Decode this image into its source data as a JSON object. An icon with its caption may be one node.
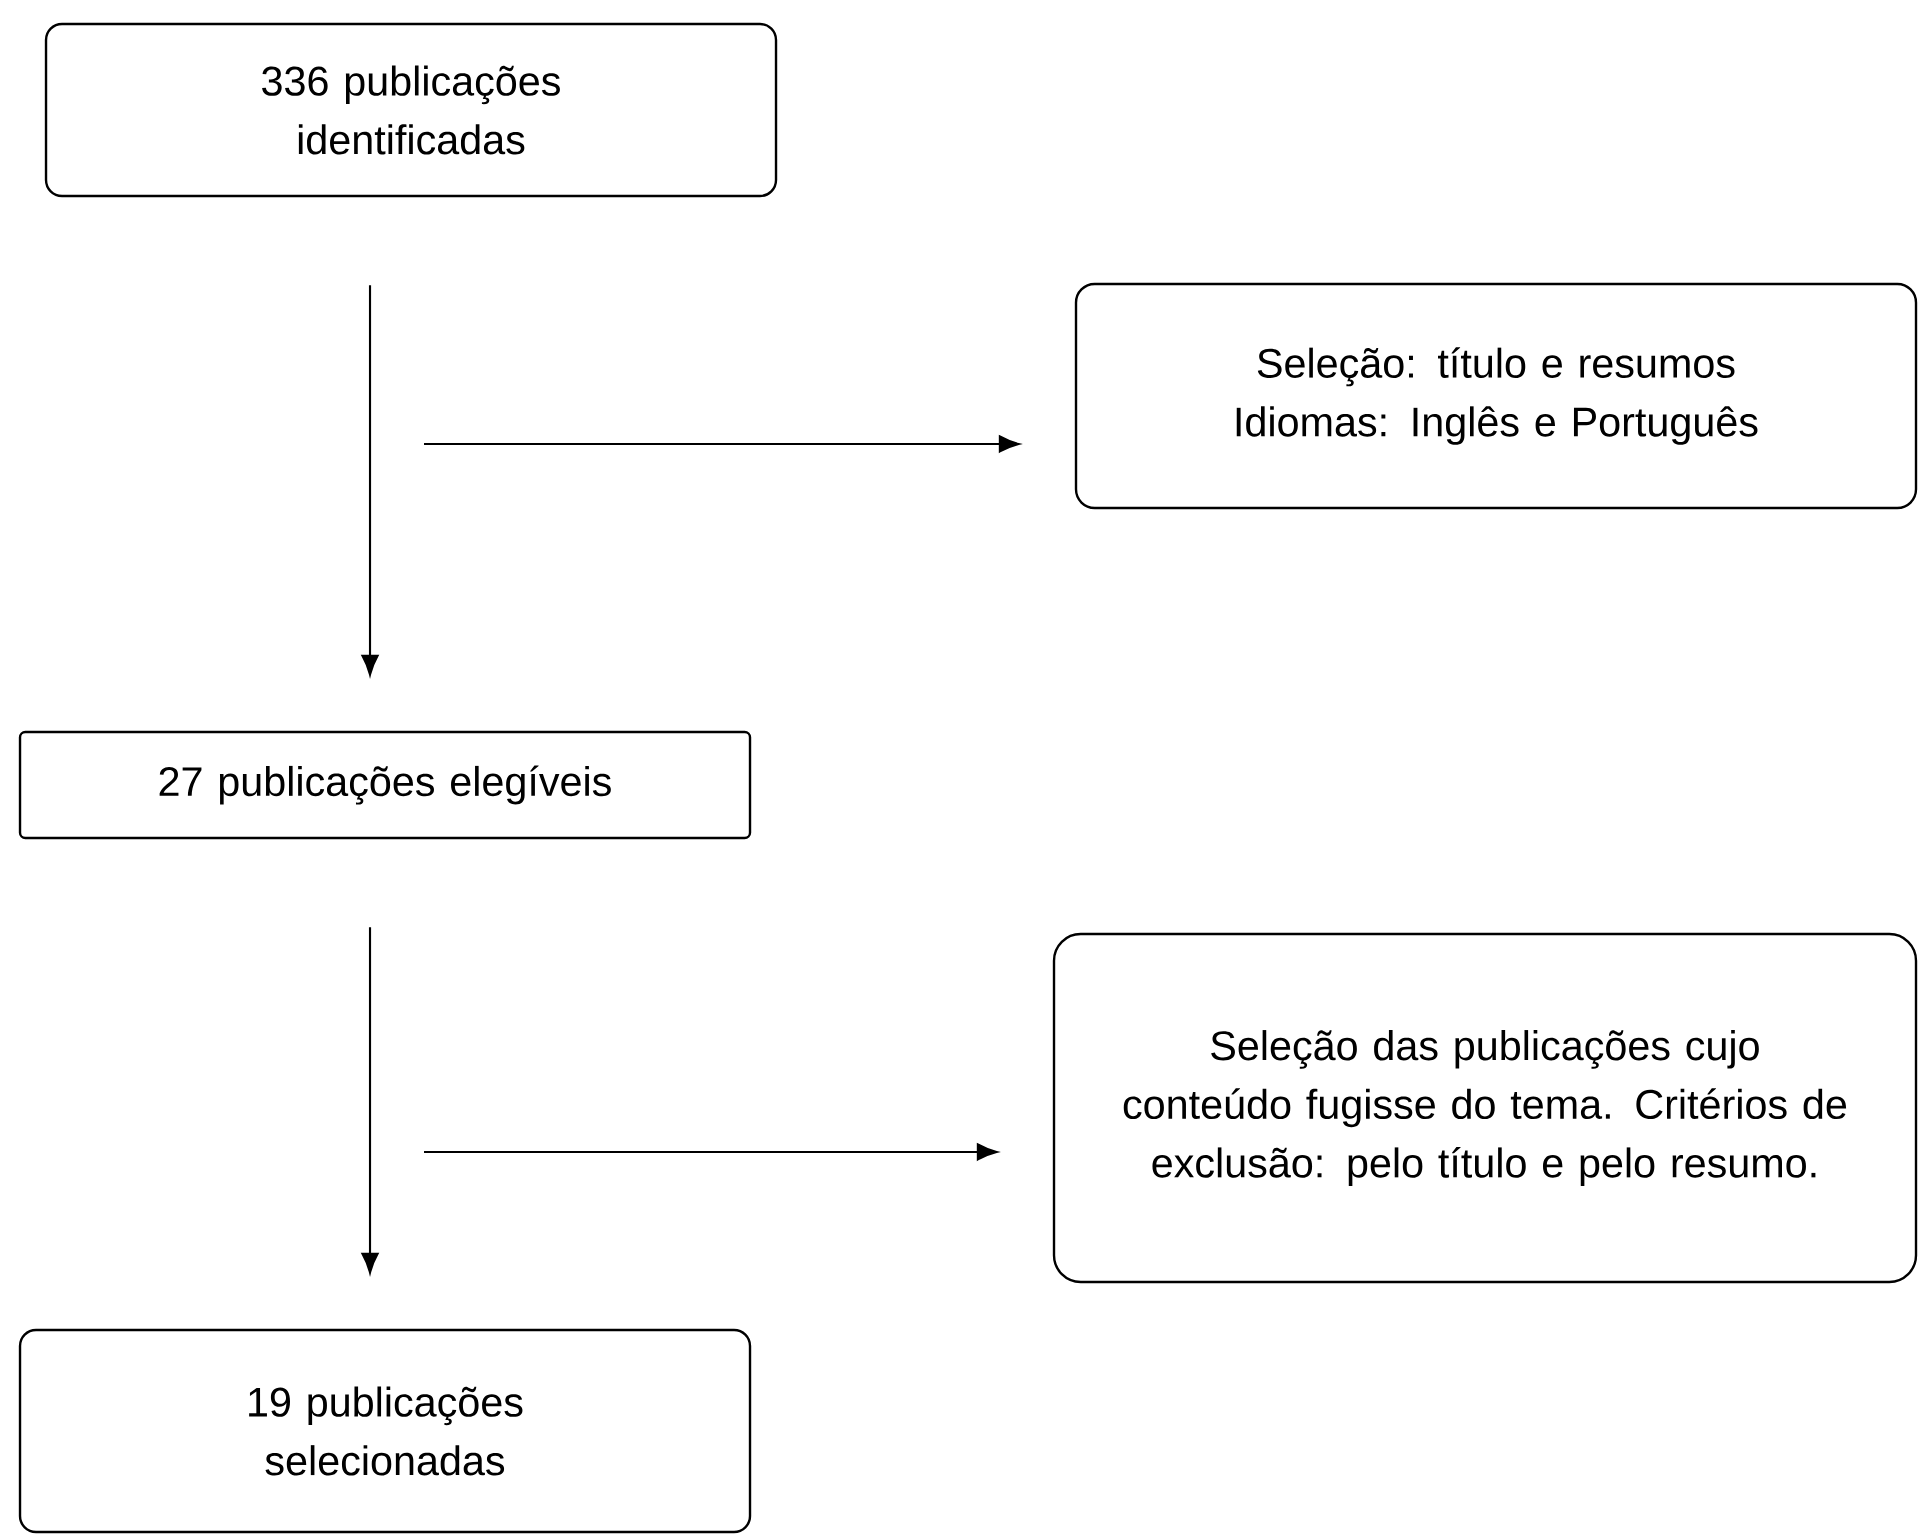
{
  "diagram": {
    "nodes": [
      {
        "text": [
          "336 publicações identificadas"
        ]
      },
      {
        "text": [
          "Seleção: título e resumos Idiomas: Inglês e Português"
        ]
      },
      {
        "text": [
          "27 publicações elegíveis"
        ]
      },
      {
        "text": [
          "Seleção das publicações cujo conteúdo fugisse do tema. Critérios de exclusão: pelo título e pelo resumo."
        ]
      },
      {
        "text": [
          "19 publicações selecionadas"
        ]
      }
    ],
    "edges": [
      {
        "from": 0,
        "to": 2,
        "arrow": "to"
      },
      {
        "from": null,
        "to": 1,
        "arrow": "to"
      },
      {
        "from": 2,
        "to": 4,
        "arrow": "to"
      },
      {
        "from": null,
        "to": 3,
        "arrow": "to"
      }
    ]
  }
}
